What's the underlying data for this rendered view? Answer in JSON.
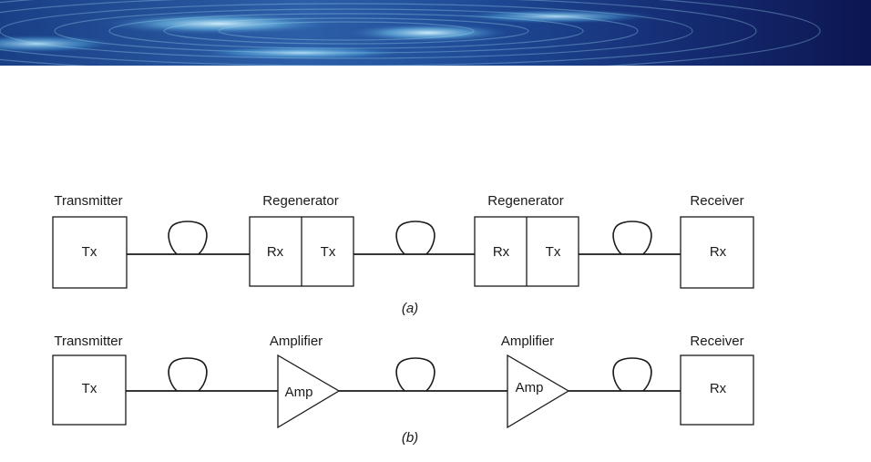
{
  "banner": {
    "name": "banner-waves",
    "colors": [
      "#0a1240",
      "#1a3a8c",
      "#3d8ed0",
      "#9fd8f0"
    ]
  },
  "panel_a": {
    "caption": "(a)",
    "transmitter_label": "Transmitter",
    "transmitter_block": "Tx",
    "regenerator_1_label": "Regenerator",
    "regenerator_1_rx": "Rx",
    "regenerator_1_tx": "Tx",
    "regenerator_2_label": "Regenerator",
    "regenerator_2_rx": "Rx",
    "regenerator_2_tx": "Tx",
    "receiver_label": "Receiver",
    "receiver_block": "Rx"
  },
  "panel_b": {
    "caption": "(b)",
    "transmitter_label": "Transmitter",
    "transmitter_block": "Tx",
    "amplifier_1_label": "Amplifier",
    "amplifier_1_block": "Amp",
    "amplifier_2_label": "Amplifier",
    "amplifier_2_block": "Amp",
    "receiver_label": "Receiver",
    "receiver_block": "Rx"
  }
}
